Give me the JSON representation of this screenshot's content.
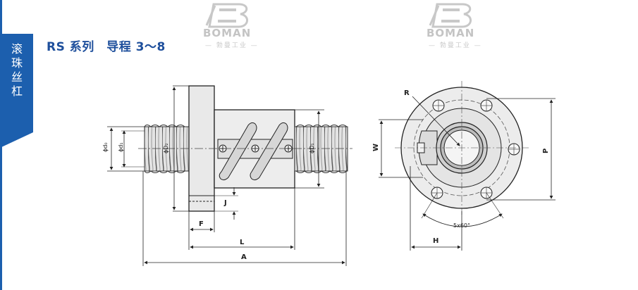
{
  "side_tab": {
    "label": "滚珠丝杠",
    "color": "#1c5fae"
  },
  "title": "RS 系列　导程 3～8",
  "watermarks": [
    {
      "brand": "BOMAN",
      "subtitle": "— 勃曼工业 —"
    },
    {
      "brand": "BOMAN",
      "subtitle": "— 勃曼工业 —"
    }
  ],
  "diagram": {
    "labels": {
      "od0": "ϕd₀",
      "od1": "ϕd₁",
      "od2": "ϕD₂",
      "od_nut": "ϕD₁",
      "j": "J",
      "f": "F",
      "l": "L",
      "a": "A",
      "r": "R",
      "w": "W",
      "p": "P",
      "h": "H",
      "angle": "5x60°"
    }
  }
}
